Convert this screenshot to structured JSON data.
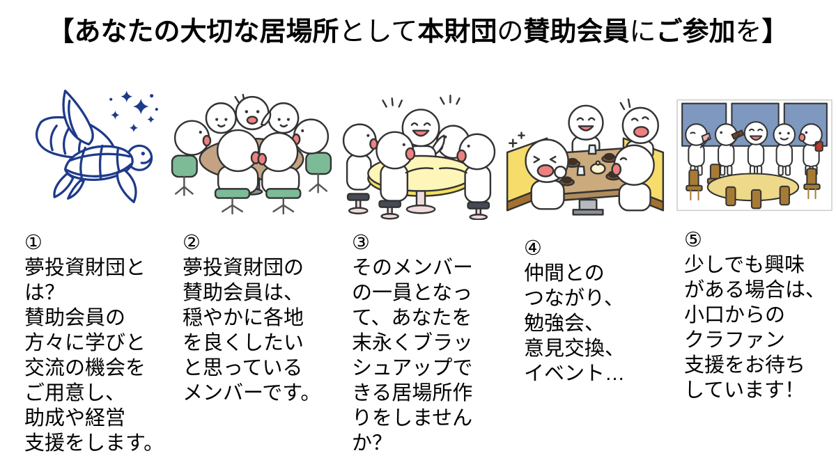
{
  "title": {
    "full_text": "【あなたの大切な居場所として本財団の賛助会員にご参加を】",
    "segments": [
      {
        "text": "【あなたの大切な居場所",
        "bold": true
      },
      {
        "text": "として",
        "bold": false
      },
      {
        "text": "本財団",
        "bold": true
      },
      {
        "text": "の",
        "bold": false
      },
      {
        "text": "賛助会員",
        "bold": true
      },
      {
        "text": "に",
        "bold": false
      },
      {
        "text": "ご参加",
        "bold": true
      },
      {
        "text": "を",
        "bold": false
      },
      {
        "text": "】",
        "bold": true
      }
    ]
  },
  "columns": [
    {
      "number": "①",
      "illustration": "winged-turtle-logo",
      "text": "夢投資財団と\nは？\n賛助会員の\n方々に学びと\n交流の機会を\nご用意し、\n助成や経営\n支援をします。"
    },
    {
      "number": "②",
      "illustration": "round-table-meeting",
      "text": "夢投資財団の\n賛助会員は、\n穏やかに各地\nを良くしたい\nと思っている\nメンバーです。"
    },
    {
      "number": "③",
      "illustration": "standing-table-chat",
      "text": "そのメンバー\nの一員となっ\nて、あなたを\n末永くブラッ\nシュアップで\nきる居場所作\nりをしません\nか？"
    },
    {
      "number": "④",
      "illustration": "restaurant-booth-gathering",
      "text": "仲間との\nつながり、\n勉強会、\n意見交換、\nイベント…"
    },
    {
      "number": "⑤",
      "illustration": "standing-party",
      "text": "少しでも興味\nがある場合は、\n小口からの\nクラファン\n支援をお待ち\nしています！"
    }
  ],
  "colors": {
    "background": "#ffffff",
    "text": "#000000",
    "turtle_line_navy": "#1e3a8a",
    "cartoon_outline": "#333333",
    "meeting_table_brown": "#c3a383",
    "office_chair_green": "#7dbb97",
    "standing_table_yellow": "#fdf6b8",
    "standing_table_rim_yellow": "#f2df5e",
    "stool_seat_dark": "#454a55",
    "stool_base_pink": "#efd9d9",
    "booth_bench_yellow": "#f6dc6b",
    "booth_base_brown": "#a3712f",
    "booth_table_tan": "#cbaa7e",
    "window_blue": "#7e98bf",
    "party_table_yellow": "#eed98a",
    "party_chair_brown": "#a87b35",
    "open_mouth_pink": "#ef8080"
  }
}
